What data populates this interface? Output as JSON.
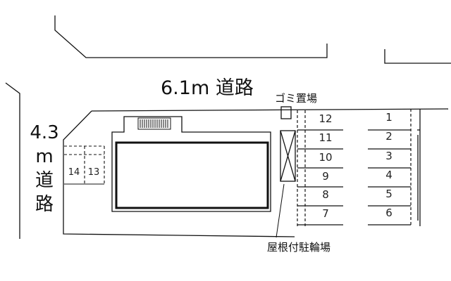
{
  "roads": {
    "north": "6.1m 道路",
    "west_lines": [
      "4.3",
      "m",
      "道",
      "路"
    ]
  },
  "labels": {
    "garbage": "ゴミ置場",
    "bike_shelter": "屋根付駐輪場"
  },
  "parking": {
    "left_column": [
      "12",
      "11",
      "10",
      "9",
      "8",
      "7"
    ],
    "right_column": [
      "1",
      "2",
      "3",
      "4",
      "5",
      "6"
    ],
    "west": [
      "14",
      "13"
    ]
  }
}
